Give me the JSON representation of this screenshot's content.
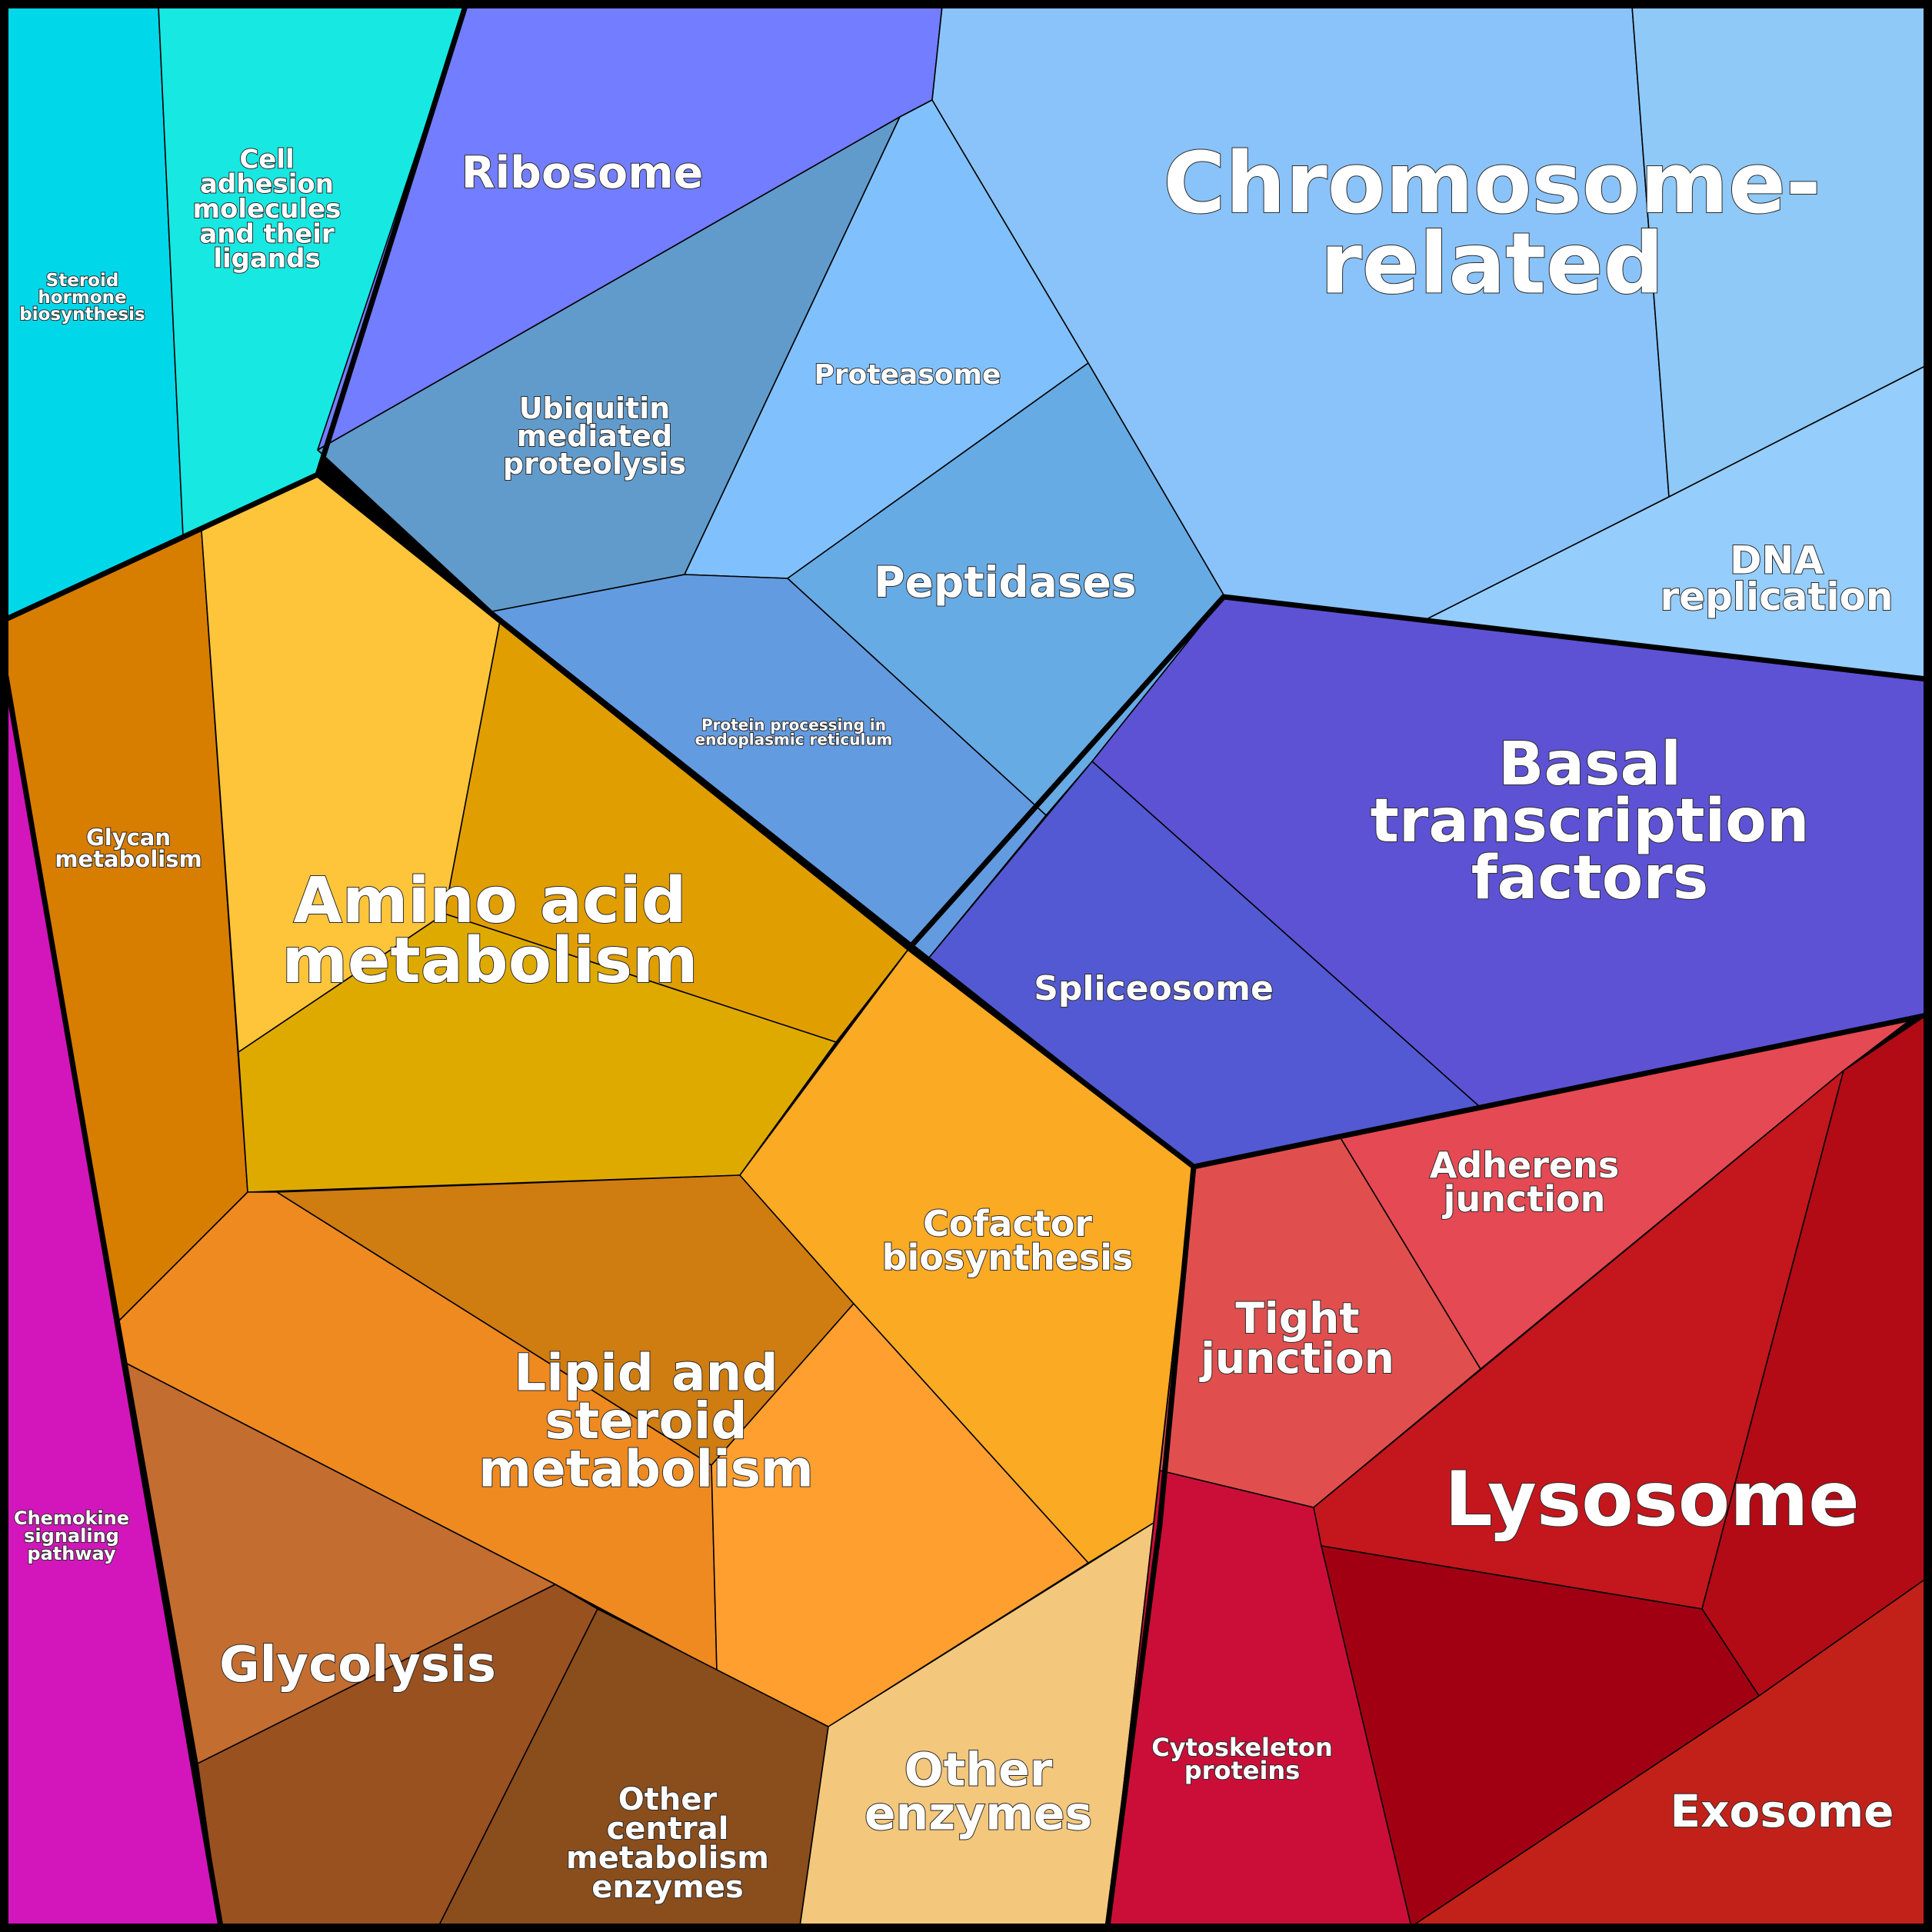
{
  "cells": [
    {
      "id": "steroid-hormone",
      "color": "#00d8ea",
      "label": [
        "Steroid",
        "hormone",
        "biosynthesis"
      ]
    },
    {
      "id": "cell-adhesion",
      "color": "#17e8e2",
      "label": [
        "Cell",
        "adhesion",
        "molecules",
        "and their",
        "ligands"
      ]
    },
    {
      "id": "ribosome",
      "color": "#727dff",
      "label": [
        "Ribosome"
      ]
    },
    {
      "id": "ubiquitin",
      "color": "#619bcb",
      "label": [
        "Ubiquitin",
        "mediated",
        "proteolysis"
      ]
    },
    {
      "id": "proteasome",
      "color": "#80c1fd",
      "label": [
        "Proteasome"
      ]
    },
    {
      "id": "peptidases",
      "color": "#67abe5",
      "label": [
        "Peptidases"
      ]
    },
    {
      "id": "protein-processing",
      "color": "#639be0",
      "label": [
        "Protein processing in",
        "endoplasmic reticulum"
      ]
    },
    {
      "id": "chromosome-a",
      "color": "#89c3f9",
      "label": [
        "Chromosome-",
        "related"
      ]
    },
    {
      "id": "chromosome-b",
      "color": "#8ec9f7",
      "label": []
    },
    {
      "id": "dna-replication",
      "color": "#95cdfc",
      "label": [
        "DNA",
        "replication"
      ]
    },
    {
      "id": "basal-transcription",
      "color": "#5d52d4",
      "label": [
        "Basal",
        "transcription",
        "factors"
      ]
    },
    {
      "id": "spliceosome",
      "color": "#5359d2",
      "label": [
        "Spliceosome"
      ]
    },
    {
      "id": "glycan",
      "color": "#d77d00",
      "label": [
        "Glycan",
        "metabolism"
      ]
    },
    {
      "id": "amino-a",
      "color": "#fec53a",
      "label": []
    },
    {
      "id": "amino-b",
      "color": "#e09e00",
      "label": [
        "Amino acid",
        "metabolism"
      ]
    },
    {
      "id": "amino-c",
      "color": "#dfaa00",
      "label": []
    },
    {
      "id": "chemokine",
      "color": "#d316bc",
      "label": [
        "Chemokine",
        "signaling",
        "pathway"
      ]
    },
    {
      "id": "lipid-a",
      "color": "#ee8a20",
      "label": []
    },
    {
      "id": "lipid-b",
      "color": "#cf7c10",
      "label": [
        "Lipid and",
        "steroid",
        "metabolism"
      ]
    },
    {
      "id": "lipid-c",
      "color": "#fe9f30",
      "label": []
    },
    {
      "id": "cofactor",
      "color": "#fbaa24",
      "label": [
        "Cofactor",
        "biosynthesis"
      ]
    },
    {
      "id": "glycolysis-a",
      "color": "#c36d30",
      "label": [
        "Glycolysis"
      ]
    },
    {
      "id": "glycolysis-b",
      "color": "#9a5120",
      "label": []
    },
    {
      "id": "other-central",
      "color": "#8a4d1c",
      "label": [
        "Other",
        "central",
        "metabolism",
        "enzymes"
      ]
    },
    {
      "id": "other-enzymes",
      "color": "#f3c77c",
      "label": [
        "Other",
        "enzymes"
      ]
    },
    {
      "id": "tight-junction",
      "color": "#e04f4e",
      "label": [
        "Tight",
        "junction"
      ]
    },
    {
      "id": "adherens",
      "color": "#e54953",
      "label": [
        "Adherens",
        "junction"
      ]
    },
    {
      "id": "cytoskeleton",
      "color": "#cb0e38",
      "label": [
        "Cytoskeleton",
        "proteins"
      ]
    },
    {
      "id": "lysosome-a",
      "color": "#c4161d",
      "label": [
        "Lysosome"
      ]
    },
    {
      "id": "lysosome-b",
      "color": "#b20b16",
      "label": []
    },
    {
      "id": "lysosome-c",
      "color": "#a10013",
      "label": []
    },
    {
      "id": "exosome",
      "color": "#c2211a",
      "label": [
        "Exosome"
      ]
    }
  ]
}
